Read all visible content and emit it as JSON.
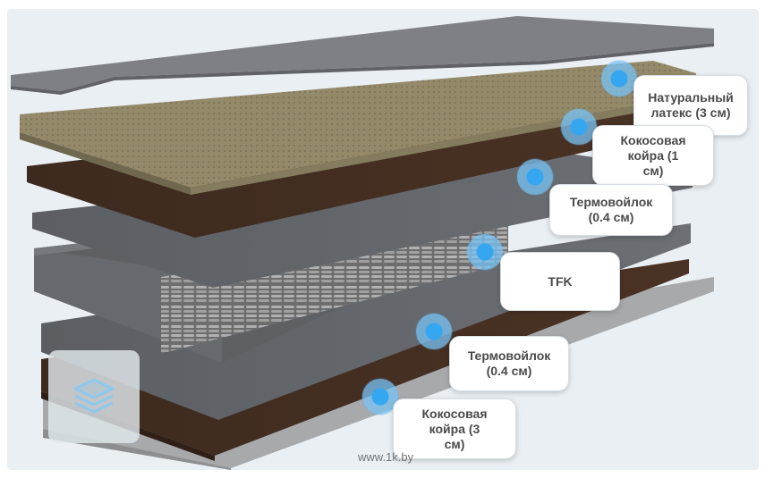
{
  "colors": {
    "background": "#e9eff3",
    "accent_dot": "#35a6f0",
    "label_text": "#4a4a4a"
  },
  "layers": [
    {
      "id": "natural-latex",
      "label": "Натуральный\nлатекс (3 см)"
    },
    {
      "id": "coconut-coir-1",
      "label": "Кокосовая\nкойра (1\nсм)"
    },
    {
      "id": "felt-top",
      "label": "Термовойлок\n(0.4 см)"
    },
    {
      "id": "tfk",
      "label": "TFK"
    },
    {
      "id": "felt-bottom",
      "label": "Термовойлок\n(0.4 см)"
    },
    {
      "id": "coconut-coir-3",
      "label": "Кокосовая\nкойра (3\nсм)"
    }
  ],
  "toggle_icon": "layers-icon",
  "watermark": "www.1k.by"
}
